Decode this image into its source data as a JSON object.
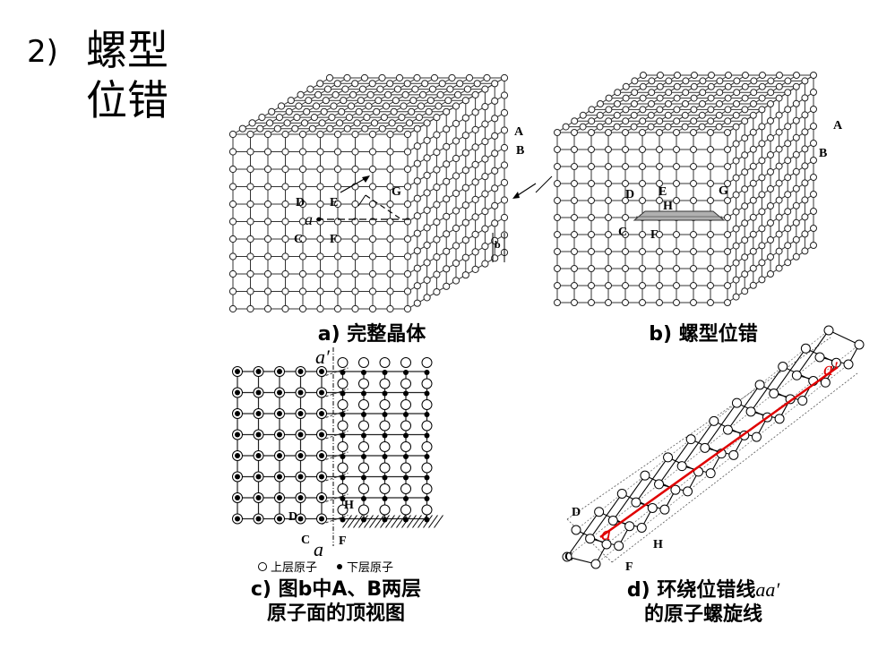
{
  "heading": {
    "number": "2)",
    "title": "螺型\n位错"
  },
  "fig_a": {
    "caption": "a) 完整晶体",
    "labels": {
      "A": "A",
      "B": "B",
      "D": "D",
      "E": "E",
      "G": "G",
      "C": "C",
      "F": "F",
      "a": "a",
      "b": "b"
    }
  },
  "fig_b": {
    "caption": "b) 螺型位错",
    "labels": {
      "A": "A",
      "B": "B",
      "D": "D",
      "E": "E",
      "G": "G",
      "H": "H",
      "C": "C",
      "F": "F"
    }
  },
  "fig_c": {
    "caption_line1": "c) 图b中A、B两层",
    "caption_line2": "原子面的顶视图",
    "labels": {
      "a_top": "a′",
      "a_bottom": "a",
      "D": "D",
      "H": "H",
      "C": "C",
      "F": "F"
    },
    "legend_upper": "上层原子",
    "legend_lower": "下层原子"
  },
  "fig_d": {
    "caption_line1_text": "d) 环绕位错线",
    "caption_line1_ital": "aa′",
    "caption_line2": "的原子螺旋线",
    "labels": {
      "a_top": "a′",
      "a_bottom": "a",
      "D": "D",
      "H": "H",
      "C": "C",
      "F": "F"
    },
    "line_color": "#e00000"
  }
}
